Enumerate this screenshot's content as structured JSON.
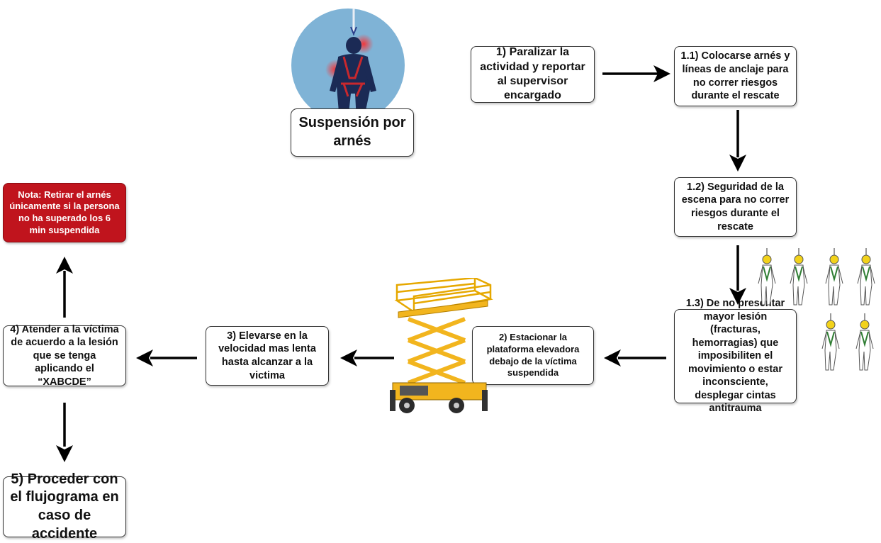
{
  "title": "Suspensión por arnés",
  "steps": {
    "s1": "1) Paralizar la actividad y reportar al supervisor encargado",
    "s1_1": "1.1) Colocarse arnés y líneas de anclaje para no correr riesgos durante el rescate",
    "s1_2": "1.2) Seguridad de la escena para no correr riesgos durante el rescate",
    "s1_3": "1.3) De no presentar mayor lesión (fracturas, hemorragias) que imposibiliten el movimiento o estar inconsciente, desplegar cintas antitrauma",
    "s2": "2) Estacionar la plataforma elevadora debajo de la víctima suspendida",
    "s3": "3) Elevarse en la velocidad mas lenta hasta alcanzar a la victima",
    "s4": "4) Atender a la víctima de acuerdo a la lesión que se tenga aplicando el “XABCDE”",
    "s5": "5) Proceder con el flujograma en caso de accidente"
  },
  "note": "Nota: Retirar el arnés únicamente si la persona no ha superado los 6 min suspendida",
  "colors": {
    "note_bg": "#c0141d",
    "circle": "#7fb3d6",
    "figure": "#1b2a55",
    "harness": "#c8282d",
    "lift": "#f2b51e"
  },
  "icons": [
    "suspended-person-icon",
    "scissor-lift-icon",
    "antitrauma-strap-figures-icon"
  ]
}
